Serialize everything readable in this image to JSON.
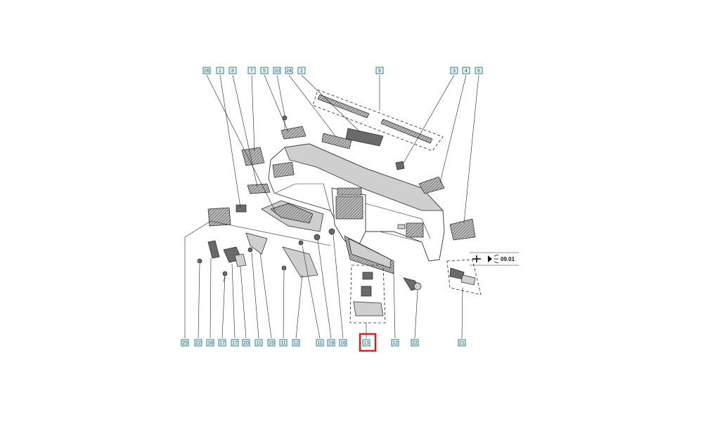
{
  "diagram": {
    "top_labels": [
      "26",
      "1",
      "8",
      "7",
      "5",
      "10",
      "24",
      "2",
      "9",
      "3",
      "4",
      "6"
    ],
    "bottom_labels": [
      "25",
      "22",
      "18",
      "17",
      "17",
      "20",
      "11",
      "15",
      "11",
      "12",
      "11",
      "19",
      "16",
      "13",
      "12",
      "22",
      "21"
    ],
    "highlighted_label": "13",
    "note": {
      "date": "09.01",
      "icon": "headlight-adjust-icon"
    },
    "colors": {
      "label_fill": "#e9f4f7",
      "label_border": "#2f7f8f",
      "highlight": "#d32020"
    }
  }
}
